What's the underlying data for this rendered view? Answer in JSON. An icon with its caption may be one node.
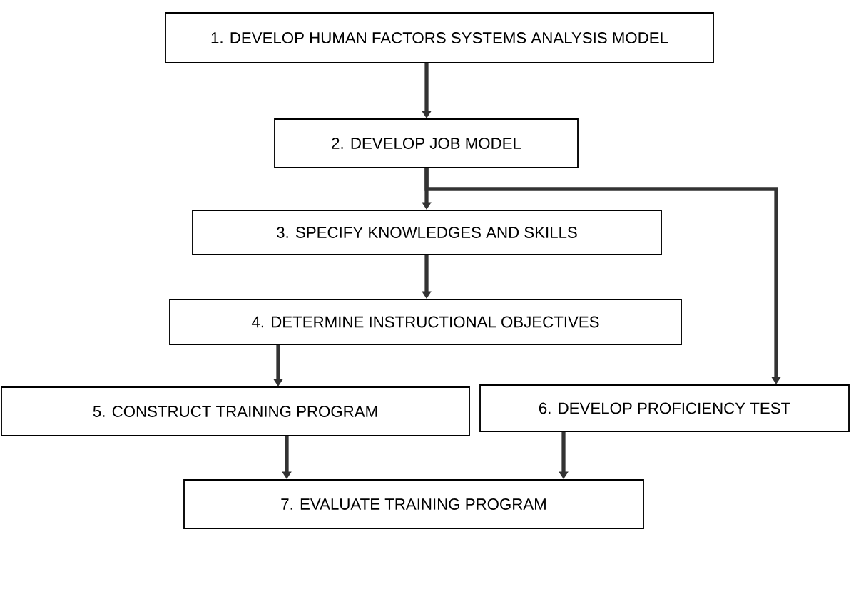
{
  "diagram": {
    "nodes": [
      {
        "text": [
          "1. DEVELOP HUMAN FACTORS SYSTEMS ANALYSIS MODEL"
        ]
      },
      {
        "text": [
          "2. DEVELOP JOB MODEL"
        ]
      },
      {
        "text": [
          "3. SPECIFY KNOWLEDGES AND SKILLS"
        ]
      },
      {
        "text": [
          "4. DETERMINE INSTRUCTIONAL OBJECTIVES"
        ]
      },
      {
        "text": [
          "5. CONSTRUCT TRAINING PROGRAM"
        ]
      },
      {
        "text": [
          "6. DEVELOP PROFICIENCY TEST"
        ]
      },
      {
        "text": [
          "7. EVALUATE TRAINING PROGRAM"
        ]
      }
    ],
    "edges": [
      {
        "from": 0,
        "to": 1,
        "arrow": "to"
      },
      {
        "from": 1,
        "to": 2,
        "arrow": "to"
      },
      {
        "from": 1,
        "to": 5,
        "arrow": "to"
      },
      {
        "from": 2,
        "to": 3,
        "arrow": "to"
      },
      {
        "from": 3,
        "to": 4,
        "arrow": "to"
      },
      {
        "from": 4,
        "to": 6,
        "arrow": "to"
      },
      {
        "from": 5,
        "to": 6,
        "arrow": "to"
      }
    ]
  }
}
